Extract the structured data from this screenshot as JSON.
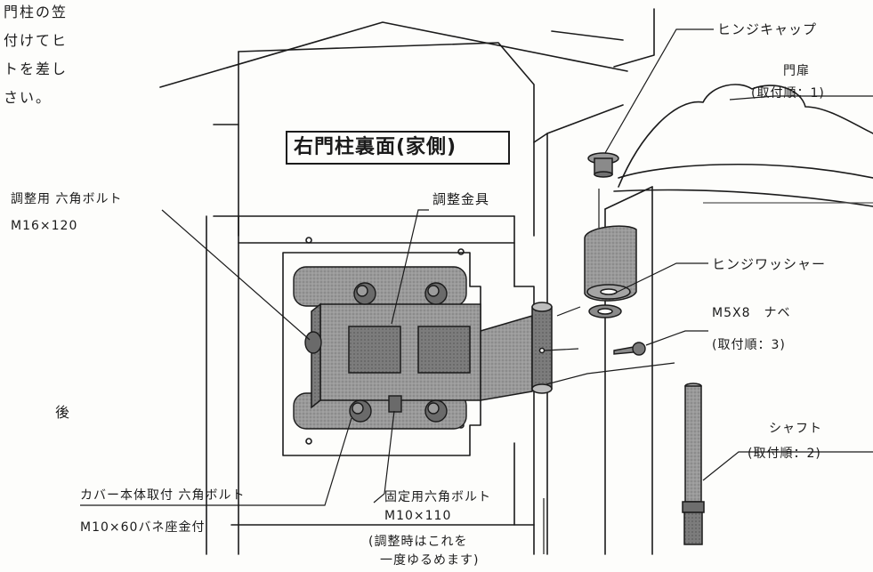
{
  "header_fragment_lines": [
    "門柱の笠",
    "付けてヒ",
    "トを差し",
    "さい。"
  ],
  "side_fragment": "後",
  "panel_title": "右門柱裏面(家側)",
  "labels": {
    "hinge_cap": "ヒンジキャップ",
    "gate_door": "門扉",
    "gate_door_order": "(取付順：1)",
    "adjust_bolt": "調整用 六角ボルト",
    "adjust_bolt_spec": "M16×120",
    "adjust_bracket": "調整金具",
    "hinge_washer": "ヒンジワッシャー",
    "screw": "M5X8　ナベ",
    "screw_order": "(取付順：3)",
    "shaft": "シャフト",
    "shaft_order": "(取付順：2)",
    "cover_bolt": "カバー本体取付 六角ボルト",
    "cover_bolt_spec": "M10×60バネ座金付",
    "fix_bolt": "固定用六角ボルト",
    "fix_bolt_spec": "M10×110",
    "fix_bolt_note1": "(調整時はこれを",
    "fix_bolt_note2": "一度ゆるめます)"
  },
  "colors": {
    "ink": "#1b1b1b",
    "shade": "#8d8d8d",
    "dark_shade": "#6e6e6e"
  }
}
